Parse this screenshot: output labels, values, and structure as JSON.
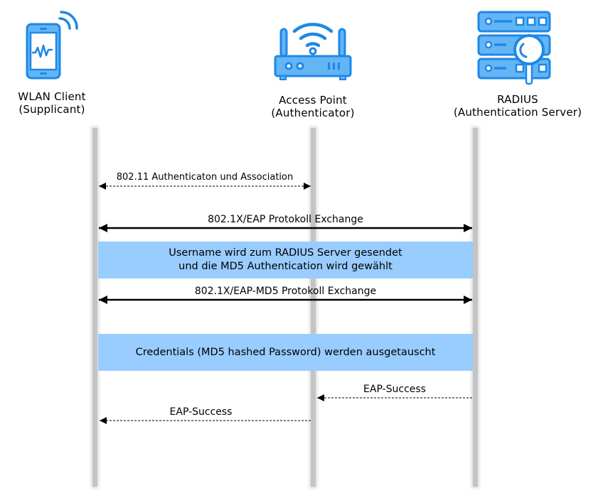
{
  "actors": [
    {
      "id": "client",
      "line1": "WLAN Client",
      "line2": "(Supplicant)",
      "icon": "smartphone-wifi-icon"
    },
    {
      "id": "ap",
      "line1": "Access Point",
      "line2": "(Authenticator)",
      "icon": "wifi-router-icon"
    },
    {
      "id": "radius",
      "line1": "RADIUS",
      "line2": "(Authentication Server)",
      "icon": "server-search-icon"
    }
  ],
  "messages": [
    {
      "label": "802.11 Authenticaton und Association",
      "from": "client",
      "to": "ap",
      "style": "dashed",
      "direction": "both"
    },
    {
      "label": "802.1X/EAP Protokoll Exchange",
      "from": "client",
      "to": "radius",
      "style": "solid",
      "direction": "both"
    },
    {
      "label": "802.1X/EAP-MD5 Protokoll Exchange",
      "from": "client",
      "to": "radius",
      "style": "solid",
      "direction": "both"
    },
    {
      "label": "EAP-Success",
      "from": "radius",
      "to": "ap",
      "style": "dashed",
      "direction": "forward"
    },
    {
      "label": "EAP-Success",
      "from": "ap",
      "to": "client",
      "style": "dashed",
      "direction": "forward"
    }
  ],
  "notes": [
    {
      "line1": "Username wird zum RADIUS Server gesendet",
      "line2": "und die MD5 Authentication wird gewählt"
    },
    {
      "line1": "Credentials (MD5 hashed Password) werden ausgetauscht"
    }
  ],
  "colors": {
    "icon_stroke": "#1e88e5",
    "icon_fill": "#64b5f6",
    "note_bg": "#99ccff",
    "lifeline": "#c4c4c4"
  }
}
